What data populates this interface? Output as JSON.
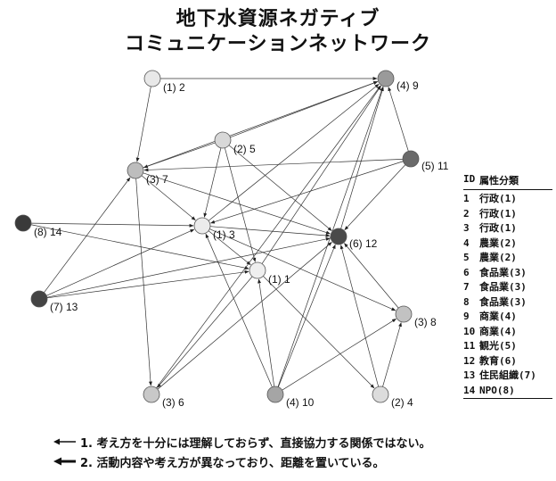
{
  "title": {
    "line1": "地下水資源ネガティブ",
    "line2": "コミュニケーションネットワーク"
  },
  "nodes": [
    {
      "id": "n1a",
      "label": "(1) 2",
      "fill": "#e8e8e8"
    },
    {
      "id": "n4a",
      "label": "(4) 9",
      "fill": "#9a9a9a"
    },
    {
      "id": "n2a",
      "label": "(2) 5",
      "fill": "#d8d8d8"
    },
    {
      "id": "n5a",
      "label": "(5) 11",
      "fill": "#6a6a6a"
    },
    {
      "id": "n3a",
      "label": "(3) 7",
      "fill": "#bdbdbd"
    },
    {
      "id": "n8",
      "label": "(8) 14",
      "fill": "#3a3a3a"
    },
    {
      "id": "n1b",
      "label": "(1) 3",
      "fill": "#ececec"
    },
    {
      "id": "n6",
      "label": "(6) 12",
      "fill": "#4a4a4a"
    },
    {
      "id": "n1c",
      "label": "(1) 1",
      "fill": "#efefef"
    },
    {
      "id": "n7",
      "label": "(7) 13",
      "fill": "#444444"
    },
    {
      "id": "n3b",
      "label": "(3) 8",
      "fill": "#c2c2c2"
    },
    {
      "id": "n3c",
      "label": "(3) 6",
      "fill": "#c8c8c8"
    },
    {
      "id": "n4b",
      "label": "(4) 10",
      "fill": "#a5a5a5"
    },
    {
      "id": "n2b",
      "label": "(2) 4",
      "fill": "#dcdcdc"
    }
  ],
  "edges": [
    [
      "n1a",
      "n4a"
    ],
    [
      "n1a",
      "n3a"
    ],
    [
      "n2a",
      "n4a"
    ],
    [
      "n2a",
      "n3a"
    ],
    [
      "n2a",
      "n1b"
    ],
    [
      "n2a",
      "n1c"
    ],
    [
      "n2a",
      "n6"
    ],
    [
      "n5a",
      "n4a"
    ],
    [
      "n5a",
      "n3a"
    ],
    [
      "n5a",
      "n1b"
    ],
    [
      "n5a",
      "n6"
    ],
    [
      "n3a",
      "n4a"
    ],
    [
      "n3a",
      "n1b"
    ],
    [
      "n3a",
      "n6"
    ],
    [
      "n3a",
      "n3c"
    ],
    [
      "n8",
      "n1b"
    ],
    [
      "n8",
      "n1c"
    ],
    [
      "n1b",
      "n4a"
    ],
    [
      "n1b",
      "n6"
    ],
    [
      "n1b",
      "n1c"
    ],
    [
      "n1b",
      "n3b"
    ],
    [
      "n6",
      "n4a"
    ],
    [
      "n1c",
      "n4a"
    ],
    [
      "n1c",
      "n3c"
    ],
    [
      "n1c",
      "n2b"
    ],
    [
      "n7",
      "n3a"
    ],
    [
      "n7",
      "n1b"
    ],
    [
      "n7",
      "n1c"
    ],
    [
      "n7",
      "n6"
    ],
    [
      "n3b",
      "n6"
    ],
    [
      "n3c",
      "n4a"
    ],
    [
      "n3c",
      "n6"
    ],
    [
      "n4b",
      "n4a"
    ],
    [
      "n4b",
      "n6"
    ],
    [
      "n4b",
      "n1c"
    ],
    [
      "n4b",
      "n3b"
    ],
    [
      "n4b",
      "n1b"
    ],
    [
      "n2b",
      "n6"
    ],
    [
      "n2b",
      "n3b"
    ]
  ],
  "legend": {
    "header_id": "ID",
    "header_attr": "属性分類",
    "rows": [
      {
        "id": "1",
        "attr": "行政(1)"
      },
      {
        "id": "2",
        "attr": "行政(1)"
      },
      {
        "id": "3",
        "attr": "行政(1)"
      },
      {
        "id": "4",
        "attr": "農業(2)"
      },
      {
        "id": "5",
        "attr": "農業(2)"
      },
      {
        "id": "6",
        "attr": "食品業(3)"
      },
      {
        "id": "7",
        "attr": "食品業(3)"
      },
      {
        "id": "8",
        "attr": "食品業(3)"
      },
      {
        "id": "9",
        "attr": "商業(4)"
      },
      {
        "id": "10",
        "attr": "商業(4)"
      },
      {
        "id": "11",
        "attr": "観光(5)"
      },
      {
        "id": "12",
        "attr": "教育(6)"
      },
      {
        "id": "13",
        "attr": "住民組織(7)"
      },
      {
        "id": "14",
        "attr": "NPO(8)"
      }
    ]
  },
  "notes": [
    {
      "text": "1. 考え方を十分には理解しておらず、直接協力する関係ではない。",
      "arrow": "thin"
    },
    {
      "text": "2. 活動内容や考え方が異なっており、距離を置いている。",
      "arrow": "thick"
    }
  ]
}
